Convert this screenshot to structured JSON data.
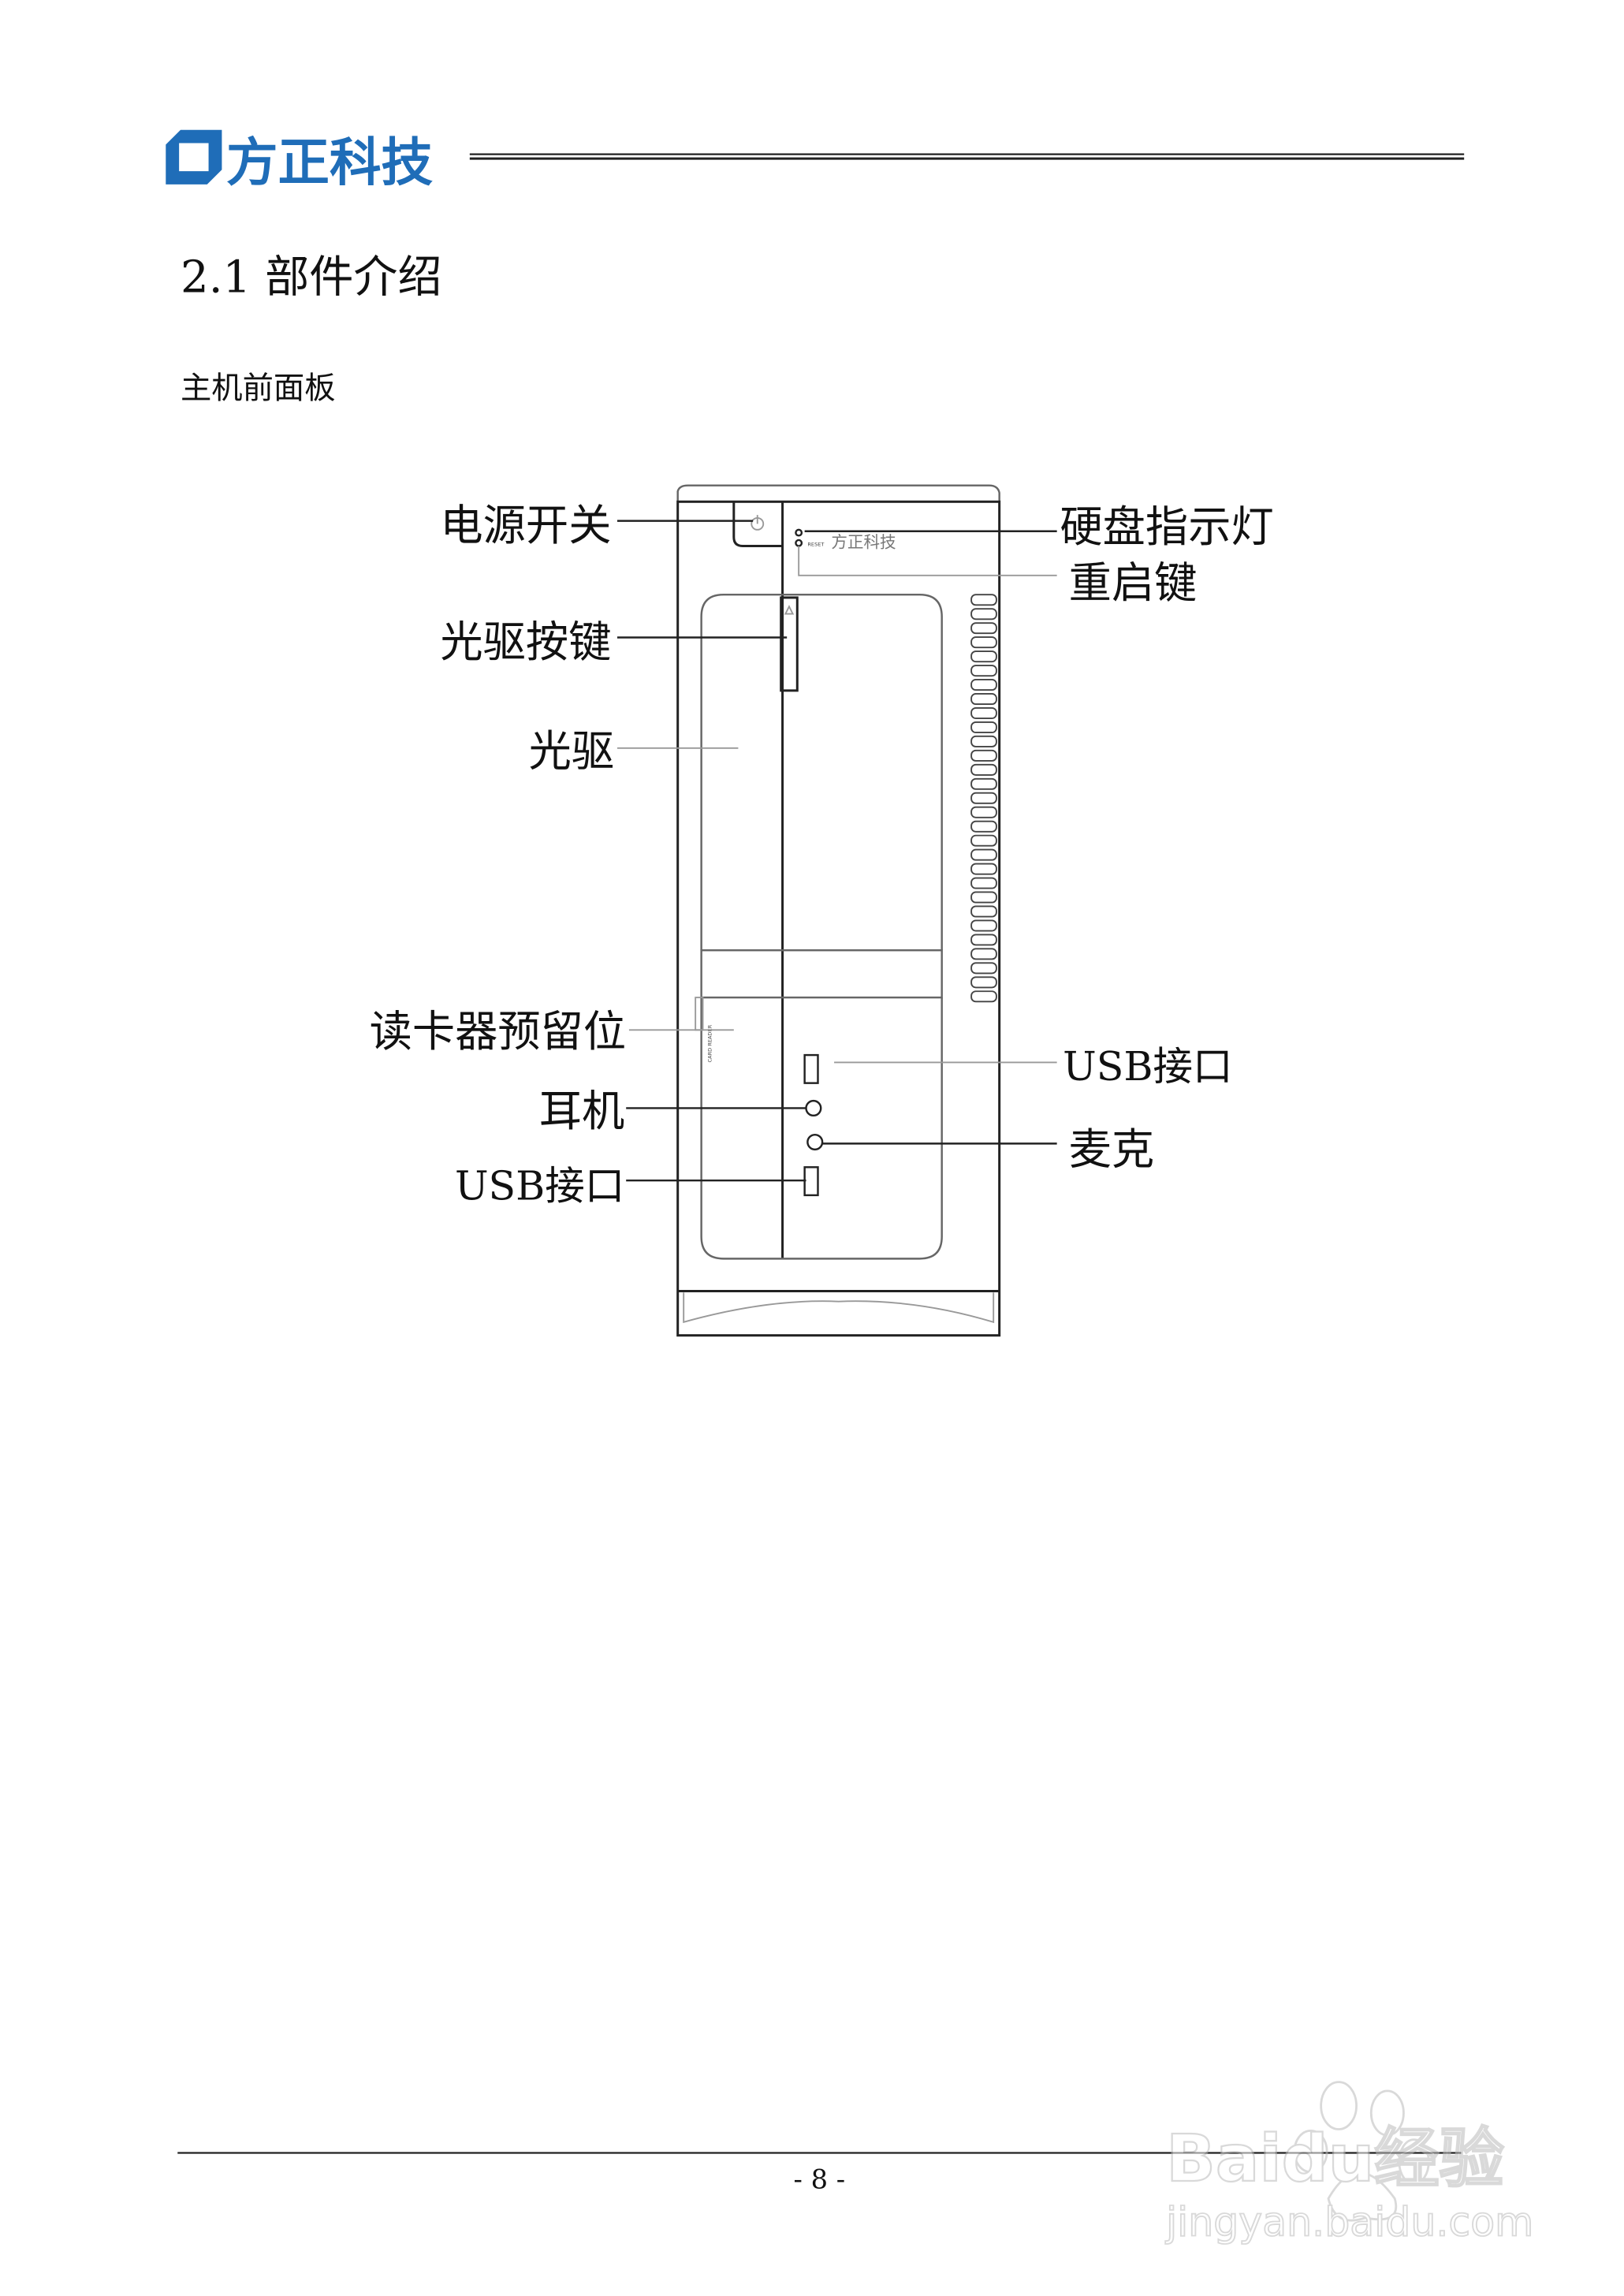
{
  "header": {
    "logo_text": "方正科技",
    "brand_color": "#1f6db8"
  },
  "section": {
    "heading": "2.1 部件介绍",
    "subheading": "主机前面板"
  },
  "diagram": {
    "labels_left": {
      "power_switch": "电源开关",
      "optical_eject_button": "光驱按键",
      "optical_drive": "光驱",
      "card_reader_slot": "读卡器预留位",
      "headphone": "耳机",
      "usb_port_lower": "USB接口"
    },
    "labels_right": {
      "hdd_led": "硬盘指示灯",
      "reset_button": "重启键",
      "usb_port_upper": "USB接口",
      "microphone": "麦克"
    },
    "panel_text": {
      "reset": "RESET",
      "card_reader": "CARD READER",
      "mini_logo": "方正科技"
    }
  },
  "footer": {
    "page_number": "- 8 -"
  },
  "watermark": {
    "brand": "Baidu经验",
    "url": "jingyan.baidu.com"
  }
}
